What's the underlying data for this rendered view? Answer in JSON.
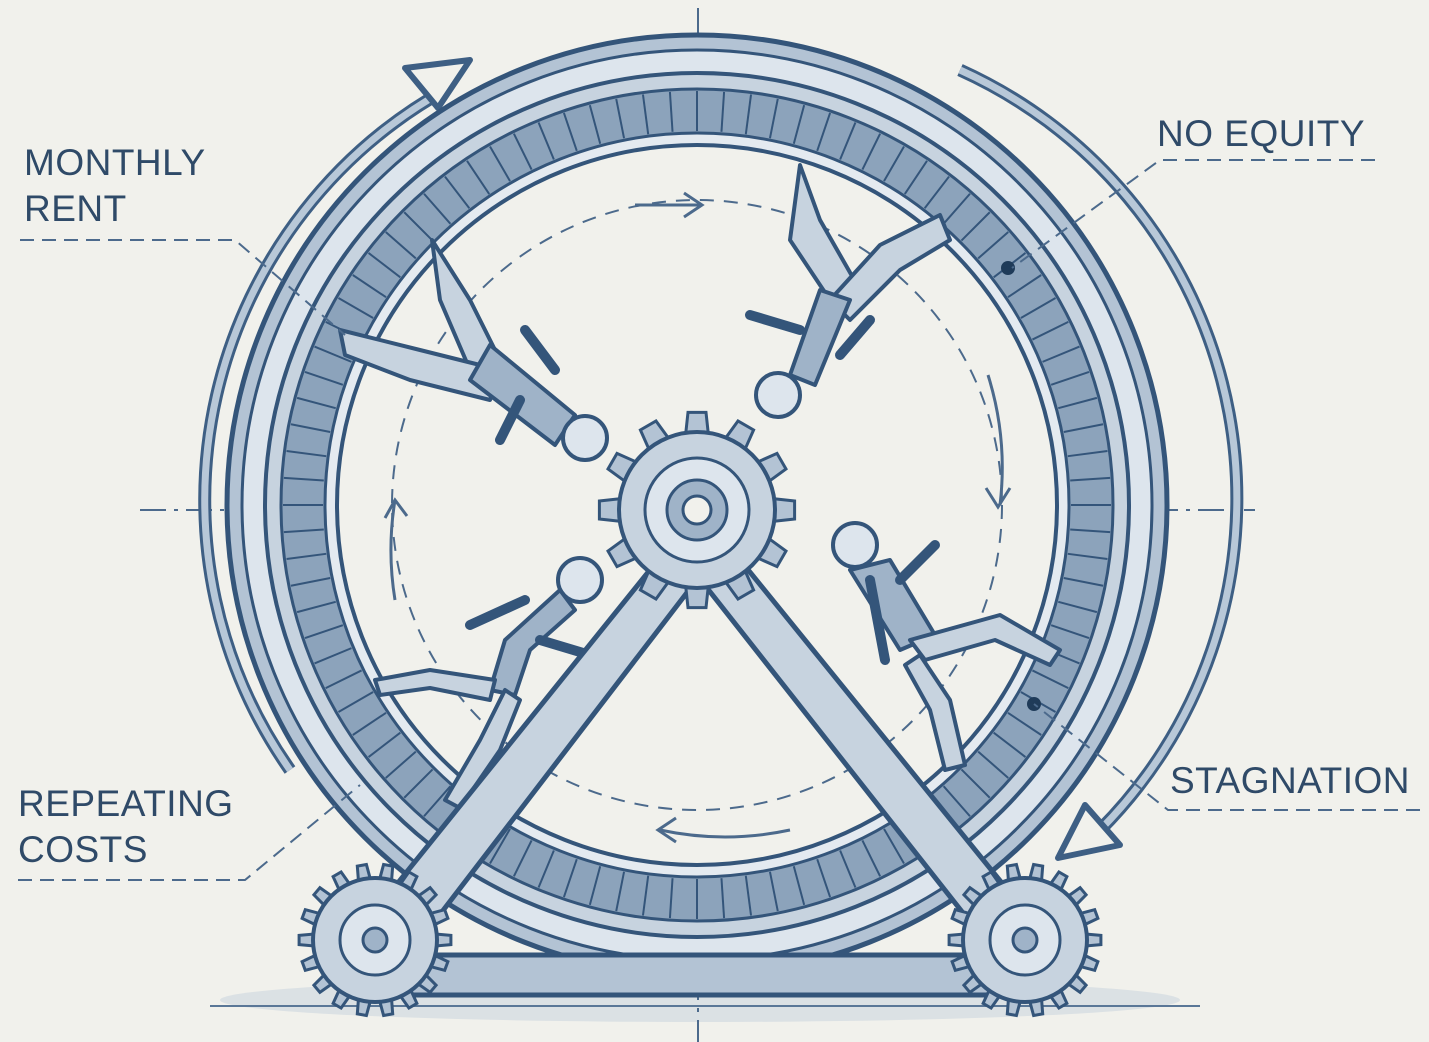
{
  "labels": {
    "monthly_rent": [
      "MONTHLY",
      "RENT"
    ],
    "no_equity": "NO EQUITY",
    "stagnation": "STAGNATION",
    "repeating_costs": [
      "REPEATING",
      "COSTS"
    ]
  },
  "colors": {
    "background": "#f1f1ec",
    "ink": "#34557a",
    "ink_dark": "#2f4a68",
    "fill_light": "#c7d3df",
    "fill_mid": "#9fb3c8"
  }
}
